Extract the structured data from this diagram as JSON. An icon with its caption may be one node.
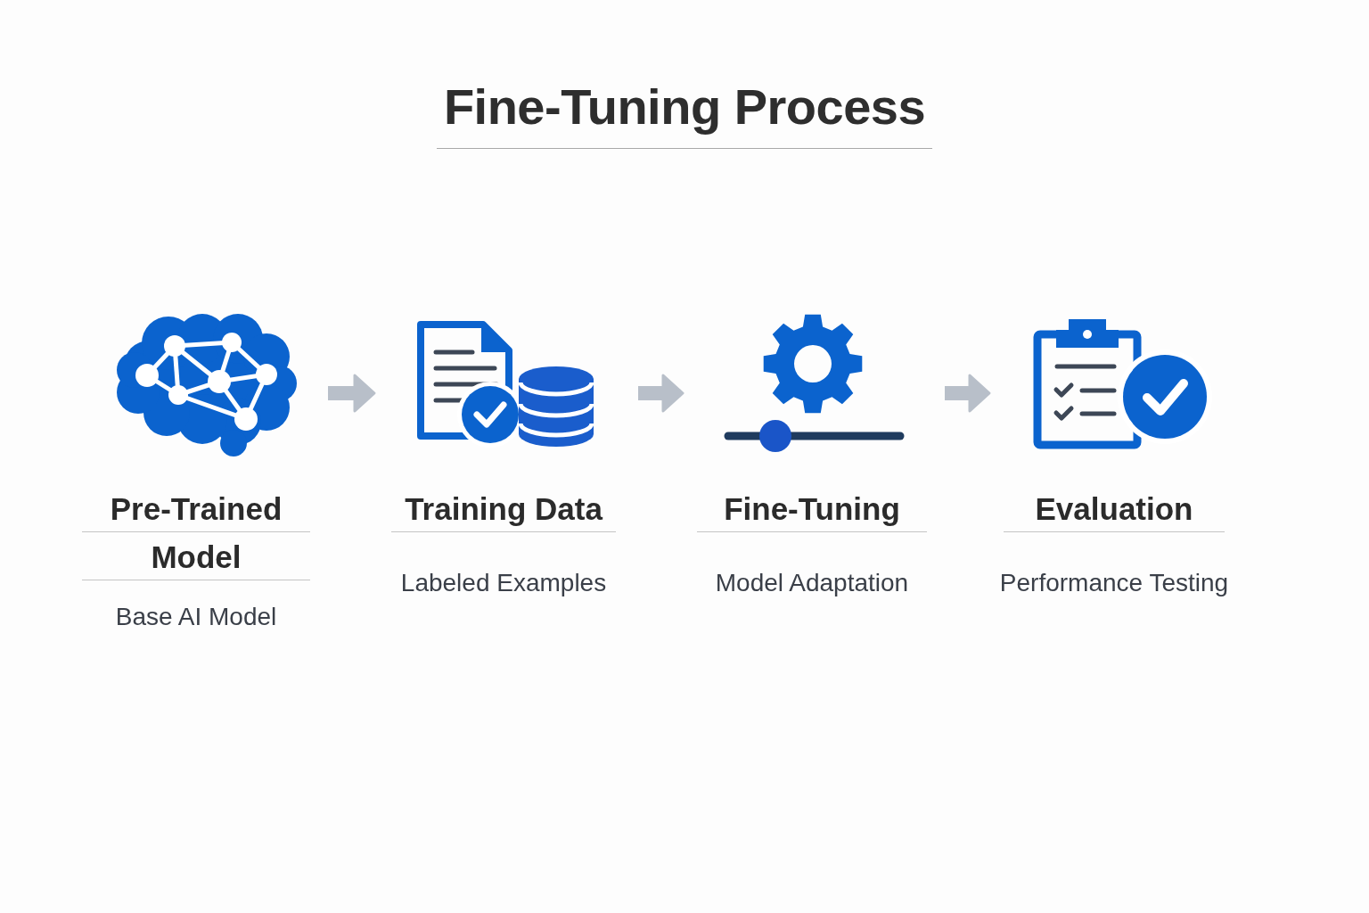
{
  "diagram": {
    "title": "Fine-Tuning Process",
    "nodes": [
      {
        "text": [
          "Pre-Trained Model",
          "Base AI Model"
        ]
      },
      {
        "text": [
          "Training Data",
          "Labeled Examples"
        ]
      },
      {
        "text": [
          "Fine-Tuning",
          "Model Adaptation"
        ]
      },
      {
        "text": [
          "Evaluation",
          "Performance Testing"
        ]
      }
    ],
    "edges": [
      {
        "from": 0,
        "to": 1,
        "arrow": "to"
      },
      {
        "from": 1,
        "to": 2,
        "arrow": "to"
      },
      {
        "from": 2,
        "to": 3,
        "arrow": "to"
      }
    ]
  }
}
